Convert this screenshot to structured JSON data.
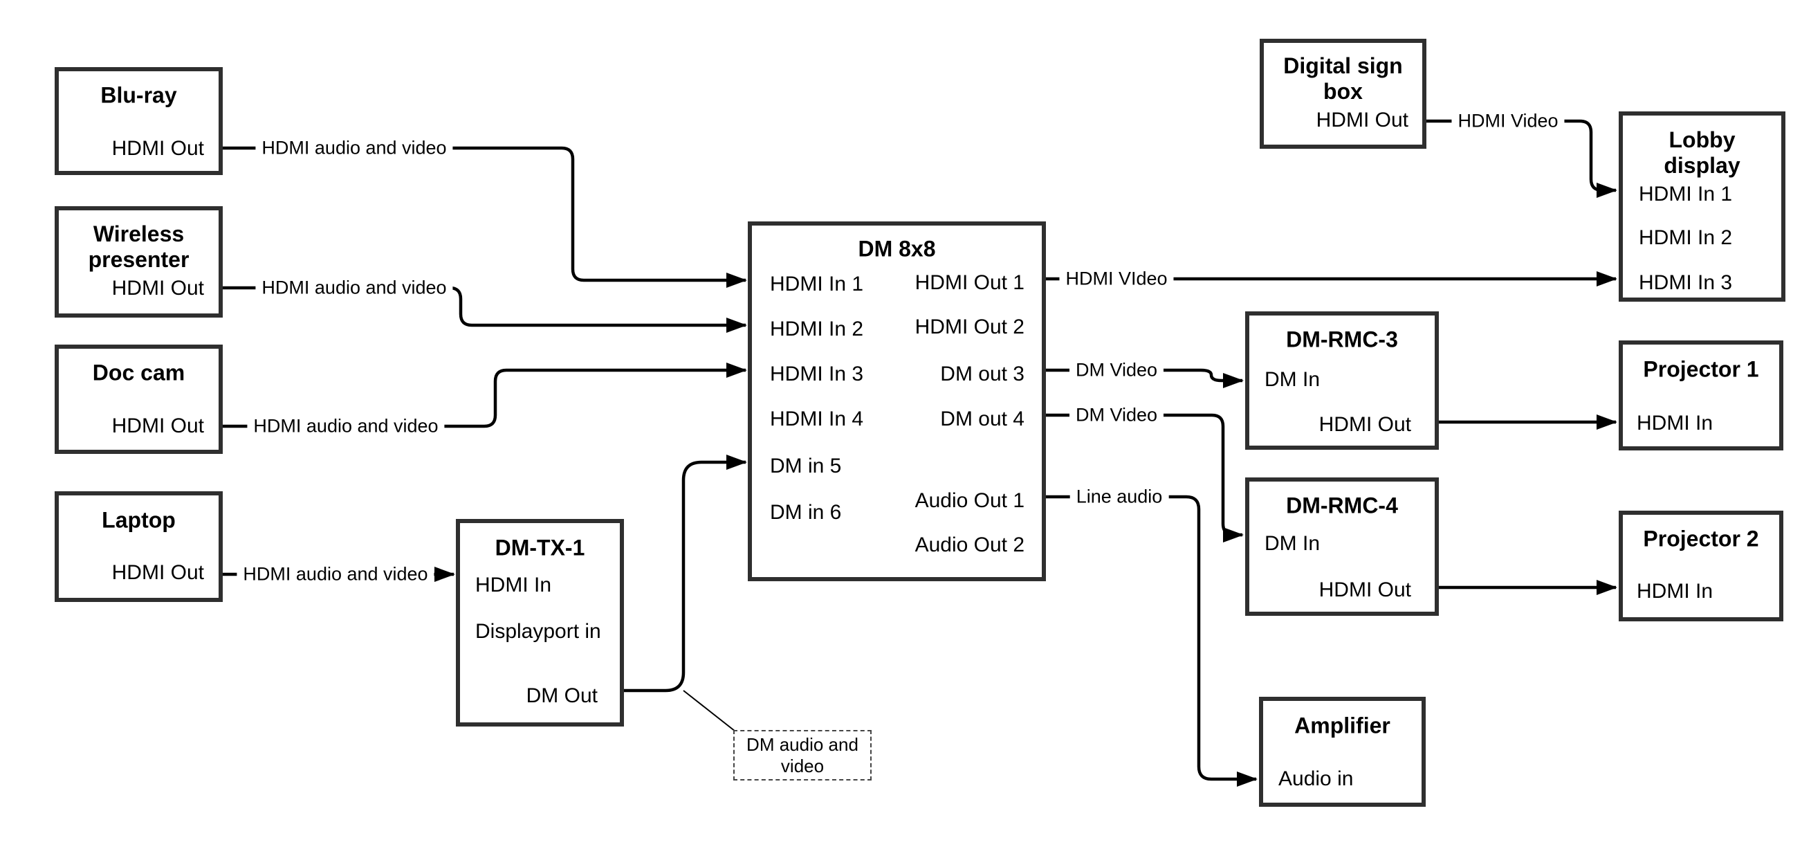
{
  "diagram": {
    "background_color": "#ffffff",
    "line_color": "#000000",
    "box_border_color": "#2f2f2f",
    "annotation_border_color": "#444444"
  },
  "nodes": {
    "bluray": {
      "title_lines": [
        "Blu-ray"
      ],
      "ports": {
        "out": "HDMI Out"
      }
    },
    "wireless": {
      "title_lines": [
        "Wireless",
        "presenter"
      ],
      "ports": {
        "out": "HDMI Out"
      }
    },
    "doccam": {
      "title_lines": [
        "Doc cam"
      ],
      "ports": {
        "out": "HDMI Out"
      }
    },
    "laptop": {
      "title_lines": [
        "Laptop"
      ],
      "ports": {
        "out": "HDMI Out"
      }
    },
    "dmtx1": {
      "title_lines": [
        "DM-TX-1"
      ],
      "ports": {
        "hdmi_in": "HDMI In",
        "dp_in": "Displayport in",
        "dm_out": "DM Out"
      }
    },
    "dm8x8": {
      "title_lines": [
        "DM 8x8"
      ],
      "ports": {
        "in1": "HDMI In 1",
        "in2": "HDMI In 2",
        "in3": "HDMI In 3",
        "in4": "HDMI In 4",
        "in5": "DM in 5",
        "in6": "DM in 6",
        "out1": "HDMI Out 1",
        "out2": "HDMI Out 2",
        "out3": "DM out 3",
        "out4": "DM out 4",
        "aout1": "Audio Out 1",
        "aout2": "Audio Out 2"
      }
    },
    "digitalsign": {
      "title_lines": [
        "Digital sign",
        "box"
      ],
      "ports": {
        "out": "HDMI Out"
      }
    },
    "lobby": {
      "title_lines": [
        "Lobby",
        "display"
      ],
      "ports": {
        "in1": "HDMI In 1",
        "in2": "HDMI In 2",
        "in3": "HDMI In 3"
      }
    },
    "dmrmc3": {
      "title_lines": [
        "DM-RMC-3"
      ],
      "ports": {
        "dm_in": "DM In",
        "hdmi_out": "HDMI Out"
      }
    },
    "dmrmc4": {
      "title_lines": [
        "DM-RMC-4"
      ],
      "ports": {
        "dm_in": "DM In",
        "hdmi_out": "HDMI Out"
      }
    },
    "proj1": {
      "title_lines": [
        "Projector 1"
      ],
      "ports": {
        "in": "HDMI In"
      }
    },
    "proj2": {
      "title_lines": [
        "Projector 2"
      ],
      "ports": {
        "in": "HDMI In"
      }
    },
    "amplifier": {
      "title_lines": [
        "Amplifier"
      ],
      "ports": {
        "in": "Audio in"
      }
    }
  },
  "edge_labels": {
    "bluray_dm8x8": "HDMI audio and video",
    "wireless_dm8x8": "HDMI audio and video",
    "doccam_dm8x8": "HDMI audio and video",
    "laptop_dmtx1": "HDMI audio and video",
    "out1_lobby": "HDMI VIdeo",
    "out3_dmrmc3": "DM Video",
    "out4_dmrmc4": "DM Video",
    "audio1_amplifier": "Line audio",
    "sign_lobby": "HDMI Video"
  },
  "annotation": {
    "text": "DM audio and video"
  }
}
